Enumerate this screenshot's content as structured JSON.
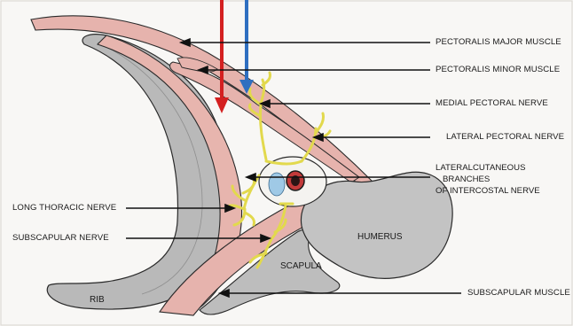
{
  "labels": {
    "pectoralis_major": "PECTORALIS MAJOR MUSCLE",
    "pectoralis_minor": "PECTORALIS MINOR MUSCLE",
    "medial_pectoral_nerve": "MEDIAL PECTORAL NERVE",
    "lateral_pectoral_nerve": "LATERAL PECTORAL NERVE",
    "lateral_cutaneous_line1": "LATERALCUTANEOUS",
    "lateral_cutaneous_line2": "BRANCHES",
    "lateral_cutaneous_line3": "OF INTERCOSTAL NERVE",
    "long_thoracic_nerve": "LONG THORACIC NERVE",
    "subscapular_nerve": "SUBSCAPULAR NERVE",
    "subscapular_muscle": "SUBSCAPULAR MUSCLE",
    "humerus": "HUMERUS",
    "scapula": "SCAPULA",
    "rib": "RIB"
  },
  "colors": {
    "muscle": "#e6b3ad",
    "bone": "#b8b8b8",
    "nerve": "#e8e05a",
    "arrow_red": "#d42020",
    "arrow_blue": "#2f6fc0",
    "outline": "#2a2a2a"
  }
}
